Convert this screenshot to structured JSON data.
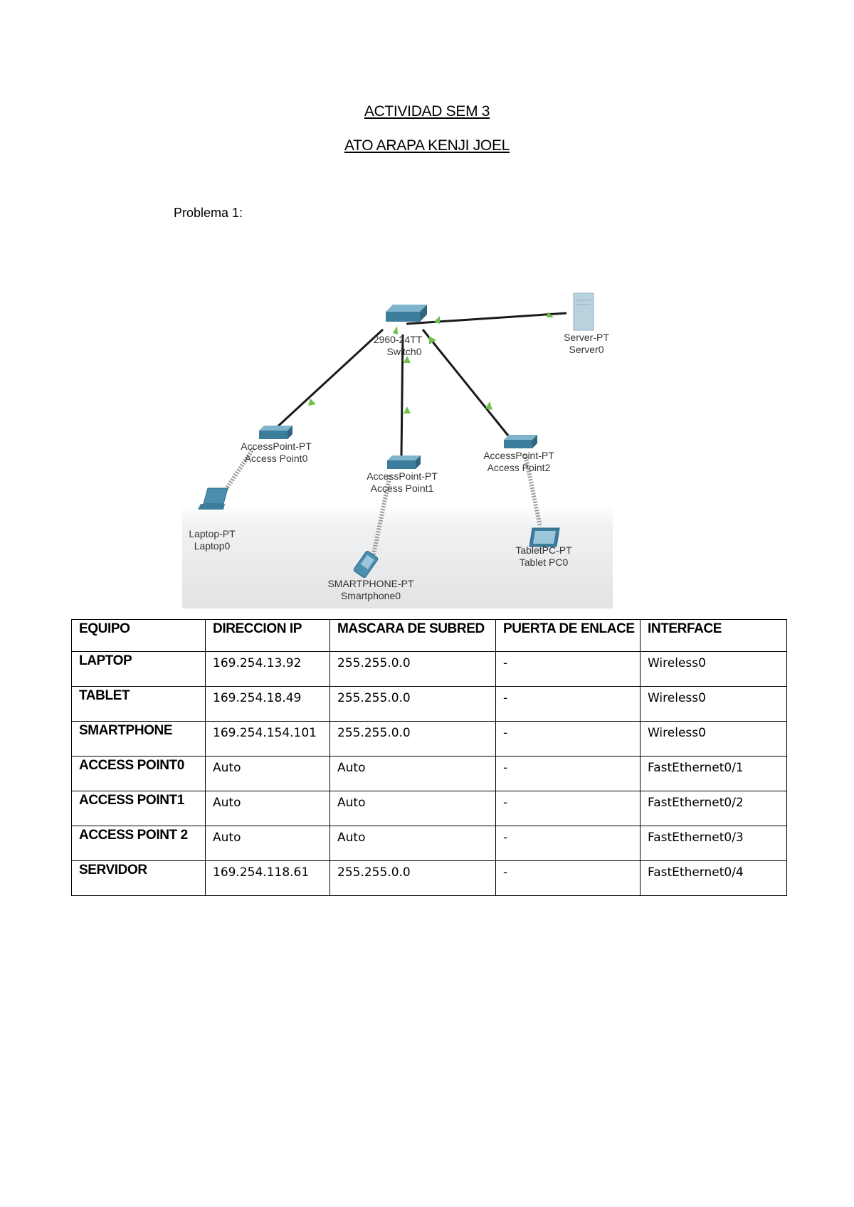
{
  "document": {
    "title": "ACTIVIDAD SEM 3",
    "author": "ATO ARAPA KENJI JOEL",
    "problem_label": "Problema 1:"
  },
  "diagram": {
    "switch": {
      "label1": "2960-24TT",
      "label2": "Switch0"
    },
    "server": {
      "label1": "Server-PT",
      "label2": "Server0"
    },
    "ap0": {
      "label1": "AccessPoint-PT",
      "label2": "Access Point0"
    },
    "ap1": {
      "label1": "AccessPoint-PT",
      "label2": "Access Point1"
    },
    "ap2": {
      "label1": "AccessPoint-PT",
      "label2": "Access Point2"
    },
    "laptop": {
      "label1": "Laptop-PT",
      "label2": "Laptop0"
    },
    "smartphone": {
      "label1": "SMARTPHONE-PT",
      "label2": "Smartphone0"
    },
    "tablet": {
      "label1": "TabletPC-PT",
      "label2": "Tablet PC0"
    },
    "colors": {
      "link": "#1a1a1a",
      "arrow": "#6fbf4a",
      "device": "#4a8fb0",
      "server": "#b8d2de"
    }
  },
  "table": {
    "headers": [
      "EQUIPO",
      "DIRECCION IP",
      "MASCARA DE SUBRED",
      "PUERTA DE ENLACE",
      "INTERFACE"
    ],
    "rows": [
      [
        "LAPTOP",
        "169.254.13.92",
        "255.255.0.0",
        "-",
        "Wireless0"
      ],
      [
        "TABLET",
        "169.254.18.49",
        "255.255.0.0",
        "-",
        "Wireless0"
      ],
      [
        "SMARTPHONE",
        "169.254.154.101",
        "255.255.0.0",
        "-",
        "Wireless0"
      ],
      [
        "ACCESS POINT0",
        "Auto",
        "Auto",
        "-",
        "FastEthernet0/1"
      ],
      [
        "ACCESS POINT1",
        "Auto",
        "Auto",
        "-",
        "FastEthernet0/2"
      ],
      [
        "ACCESS POINT 2",
        "Auto",
        "Auto",
        "-",
        "FastEthernet0/3"
      ],
      [
        "SERVIDOR",
        "169.254.118.61",
        "255.255.0.0",
        "-",
        "FastEthernet0/4"
      ]
    ]
  }
}
